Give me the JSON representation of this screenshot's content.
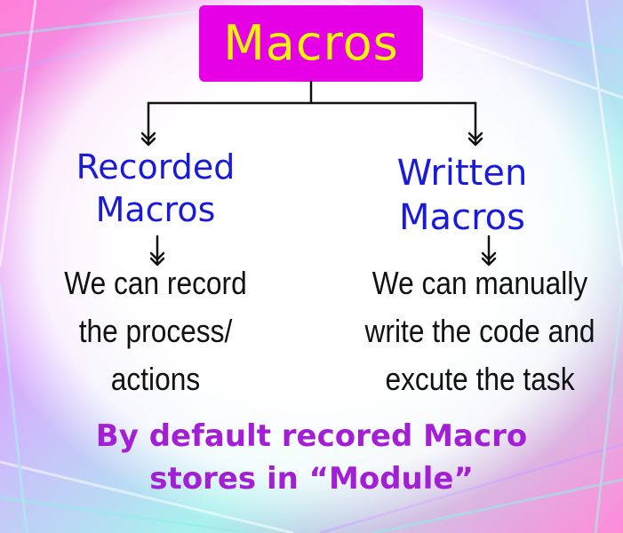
{
  "colors": {
    "title_bg": "#e600e6",
    "title_text": "#f2f20a",
    "branch_text": "#1a1adb",
    "desc_text": "#111111",
    "footer_text": "#a31fd6",
    "connector": "#111111",
    "background": [
      "#ff9de0",
      "#c9a8ff",
      "#9ff5f0",
      "#ffffff"
    ]
  },
  "title": "Macros",
  "branches": [
    {
      "label_lines": [
        "Recorded",
        "Macros"
      ],
      "description_lines": [
        "We can record",
        "the process/",
        "actions"
      ]
    },
    {
      "label_lines": [
        "Written",
        "Macros"
      ],
      "description_lines": [
        "We can manually",
        "write the code and",
        "excute the task"
      ]
    }
  ],
  "footer_lines": [
    "By default recored Macro",
    "stores in “Module”"
  ]
}
